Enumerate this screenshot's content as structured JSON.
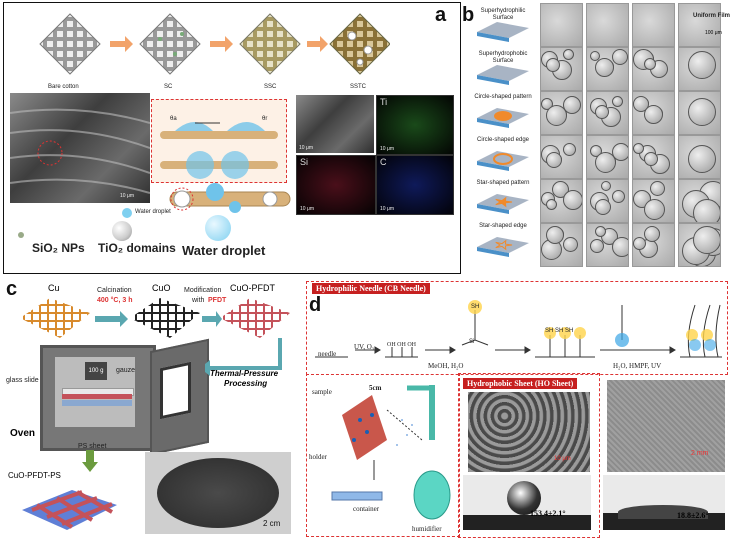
{
  "panel_a": {
    "letter": "a",
    "stage_labels": [
      "Bare cotton",
      "SC",
      "SSC",
      "SSTC"
    ],
    "map_labels": [
      "Ti",
      "Si",
      "C"
    ],
    "legend": {
      "sio2": "SiO₂ NPs",
      "tio2": "TiO₂ domains",
      "droplet": "Water droplet"
    },
    "droplet_note": "Water droplet",
    "theta_a": "θa",
    "theta_r": "θr",
    "scale_bars": [
      "10 μm",
      "10 μm",
      "10 μm",
      "10 μm",
      "10 μm"
    ]
  },
  "panel_b": {
    "letter": "b",
    "rows": [
      "Superhydrophilic Surface",
      "Superhydrophobic Surface",
      "Circle-shaped pattern",
      "Circle-shaped edge",
      "Star-shaped pattern",
      "Star-shaped edge"
    ],
    "uniform_film": "Uniform Film",
    "scale": "100 μm"
  },
  "panel_c": {
    "letter": "c",
    "cu": "Cu",
    "cuo": "CuO",
    "cuo_pfdt": "CuO-PFDT",
    "step1_line1": "Calcination",
    "step1_line2": "400 °C, 3 h",
    "step2_line1": "Modification",
    "step2_line2": "with",
    "step2_pfdt": "PFDT",
    "glass_slide": "glass slide",
    "gauze": "gauze",
    "weight": "100 g",
    "oven": "Oven",
    "ps_sheet": "PS sheet",
    "thermal1": "Thermal-Pressure",
    "thermal2": "Processing",
    "result": "CuO-PFDT-PS",
    "scale": "2 cm"
  },
  "panel_d": {
    "letter": "d",
    "needle_tag": "Hydrophilic Needle (CB Needle)",
    "sheet_tag": "Hydrophobic Sheet (HO Sheet)",
    "needle": "needle",
    "uv": "UV, O₃",
    "meoh": "MeOH, H₂O",
    "h2o": "H₂O, HMPF, UV",
    "oh": "OH OH OH",
    "sh": "SH",
    "sh3": "SH SH SH",
    "sample": "sample",
    "holder": "holder",
    "container": "container",
    "humidifier": "humidifier",
    "distance": "5cm",
    "angle1": "153.4±2.1°",
    "angle2": "18.8±2.6°",
    "scale1": "10 μm",
    "scale2": "2 mm",
    "si": "Si"
  }
}
